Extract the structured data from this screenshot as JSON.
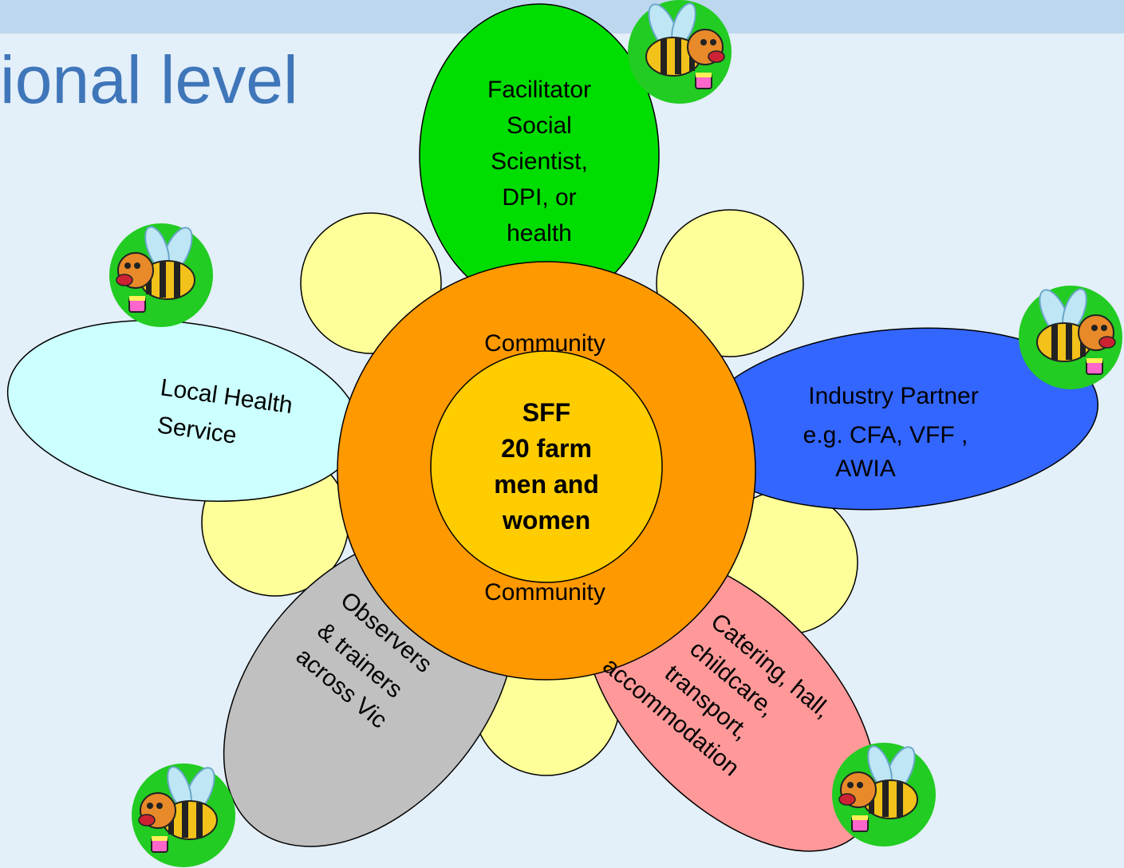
{
  "slide": {
    "title": "ational level"
  },
  "diagram": {
    "petals": {
      "facilitator": [
        "Facilitator",
        "Social",
        "Scientist,",
        "DPI, or",
        "health"
      ],
      "local_health": [
        "Local Health",
        "Service"
      ],
      "industry": [
        "Industry Partner",
        "e.g. CFA, VFF ,",
        "AWIA"
      ],
      "observers": [
        "Observers",
        "& trainers",
        "across Vic"
      ],
      "catering": [
        "Catering, hall,",
        "childcare,",
        "transport,",
        "accommodation"
      ]
    },
    "ring": {
      "top_label": "Community",
      "bottom_label": "Community"
    },
    "center": [
      "SFF",
      "20 farm",
      "men and",
      "women"
    ]
  },
  "colors": {
    "background": "#e3eff9",
    "title": "#3f76b9",
    "yellow_petal": "#ffff99",
    "facilitator_petal": "#00dd00",
    "local_health_petal": "#ccffff",
    "industry_petal": "#3366ff",
    "observers_petal": "#c0c0c0",
    "catering_petal": "#ff9999",
    "ring": "#ff9900",
    "center": "#ffcc00"
  },
  "icons": [
    "bee-icon"
  ]
}
